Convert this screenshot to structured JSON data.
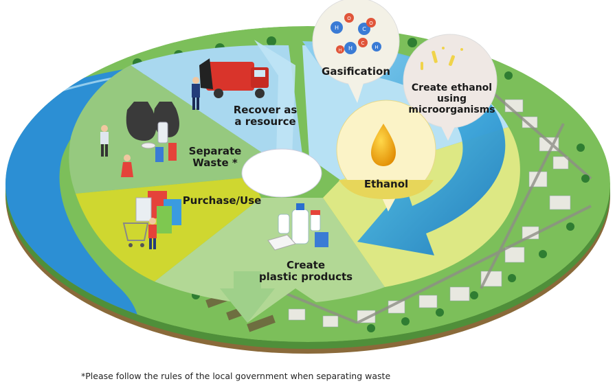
{
  "steps": {
    "recover": [
      "Recover as",
      "a resource"
    ],
    "separate": [
      "Separate",
      "Waste *"
    ],
    "purchase": "Purchase/Use",
    "create_plastic": [
      "Create",
      "plastic products"
    ],
    "gasification": "Gasification",
    "create_ethanol": [
      "Create ethanol",
      "using",
      "microorganisms"
    ],
    "ethanol": "Ethanol"
  },
  "molecule_atoms": [
    "H",
    "C",
    "O",
    "H",
    "C",
    "O",
    "H",
    "H"
  ],
  "footnote": "*Please follow the rules of the local government when separating waste",
  "colors": {
    "recover_segment": "#a9d8ef",
    "separate_segment": "#96c97f",
    "purchase_segment": "#cfd730",
    "plastic_segment": "#b2d895",
    "ethanol_segment": "#dde884",
    "cycle_arrow": "#3aa4d9",
    "river": "#2c8fd4",
    "land": "#6aa84f",
    "ethanol_drop": "#f0a90a"
  }
}
